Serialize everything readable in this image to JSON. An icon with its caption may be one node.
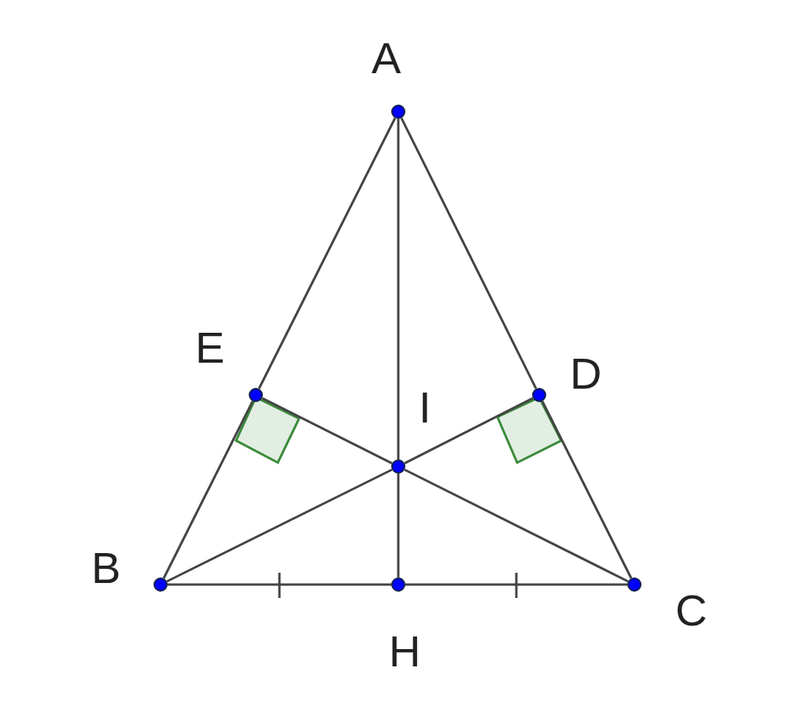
{
  "diagram": {
    "nodes": [
      {
        "text": [],
        "shape": "circle",
        "beside": [
          "A"
        ]
      },
      {
        "text": [],
        "shape": "circle",
        "beside": [
          "E"
        ]
      },
      {
        "text": [],
        "shape": "circle",
        "beside": [
          "D"
        ]
      },
      {
        "text": [],
        "shape": "circle",
        "beside": [
          "I"
        ]
      },
      {
        "text": [],
        "shape": "circle",
        "beside": [
          "B"
        ]
      },
      {
        "text": [],
        "shape": "circle",
        "beside": [
          "H"
        ]
      },
      {
        "text": [],
        "shape": "circle",
        "beside": [
          "C"
        ]
      }
    ],
    "edges": [
      {
        "from": 0,
        "to": 1,
        "arrow": "none"
      },
      {
        "from": 1,
        "to": 4,
        "arrow": "none"
      },
      {
        "from": 0,
        "to": 2,
        "arrow": "none"
      },
      {
        "from": 2,
        "to": 6,
        "arrow": "none"
      },
      {
        "from": 0,
        "to": 3,
        "arrow": "none"
      },
      {
        "from": 3,
        "to": 5,
        "arrow": "none"
      },
      {
        "from": 4,
        "to": 3,
        "arrow": "none"
      },
      {
        "from": 3,
        "to": 2,
        "arrow": "none"
      },
      {
        "from": 6,
        "to": 3,
        "arrow": "none"
      },
      {
        "from": 3,
        "to": 1,
        "arrow": "none"
      },
      {
        "from": 4,
        "to": 5,
        "arrow": "none"
      },
      {
        "from": 5,
        "to": 6,
        "arrow": "none"
      }
    ]
  }
}
